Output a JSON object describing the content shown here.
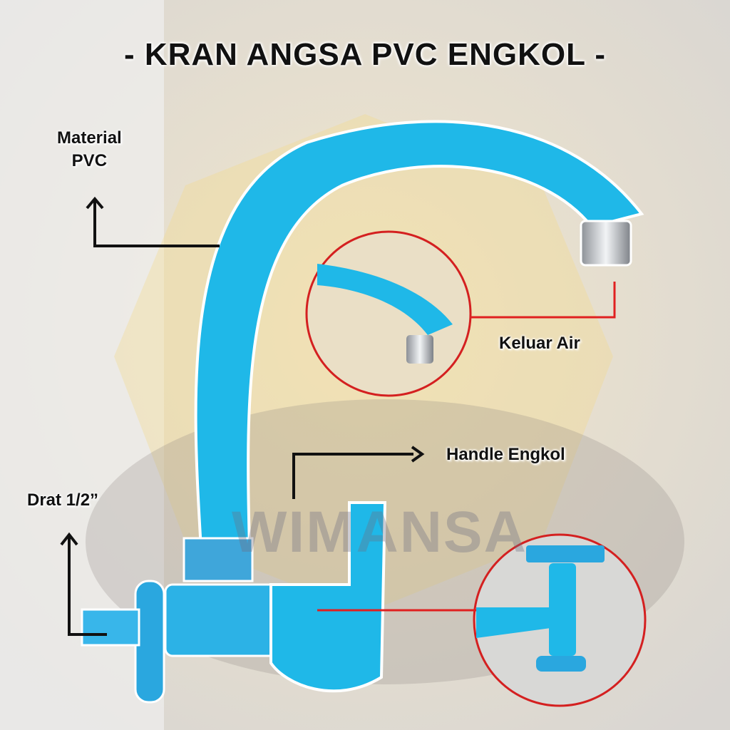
{
  "title": "- KRAN ANGSA PVC ENGKOL -",
  "labels": {
    "material": "Material\nPVC",
    "material_line1": "Material",
    "material_line2": "PVC",
    "outlet": "Keluar Air",
    "handle": "Handle Engkol",
    "thread": "Drat 1/2”"
  },
  "watermark": "WIMANSA",
  "colors": {
    "faucet": "#1fb8e8",
    "callout_line": "#e02020",
    "circle": "#d42020",
    "text": "#111111"
  }
}
